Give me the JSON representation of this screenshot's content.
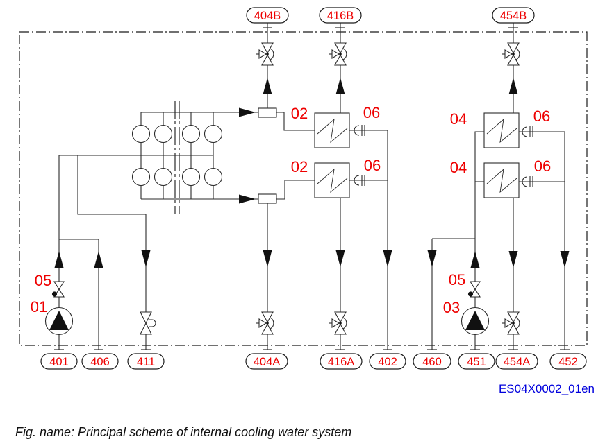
{
  "document": {
    "caption": "Fig. name: Principal scheme of internal cooling water system",
    "drawing_code": "ES04X0002_01en"
  },
  "colors": {
    "label_red": "#ee0000",
    "link_blue": "#0000dd"
  },
  "ports": {
    "top": [
      "404B",
      "416B",
      "454B"
    ],
    "bottom": [
      "401",
      "406",
      "411",
      "404A",
      "416A",
      "402",
      "460",
      "451",
      "454A",
      "452"
    ]
  },
  "tags": {
    "hx_left_top": "02",
    "hx_left_bottom": "02",
    "hx_right_top": "04",
    "hx_right_bottom": "04",
    "conn_left_top": "06",
    "conn_left_bottom": "06",
    "conn_right_top": "06",
    "conn_right_bottom": "06",
    "valve_left": "05",
    "pump_left": "01",
    "valve_right": "05",
    "pump_right": "03"
  }
}
